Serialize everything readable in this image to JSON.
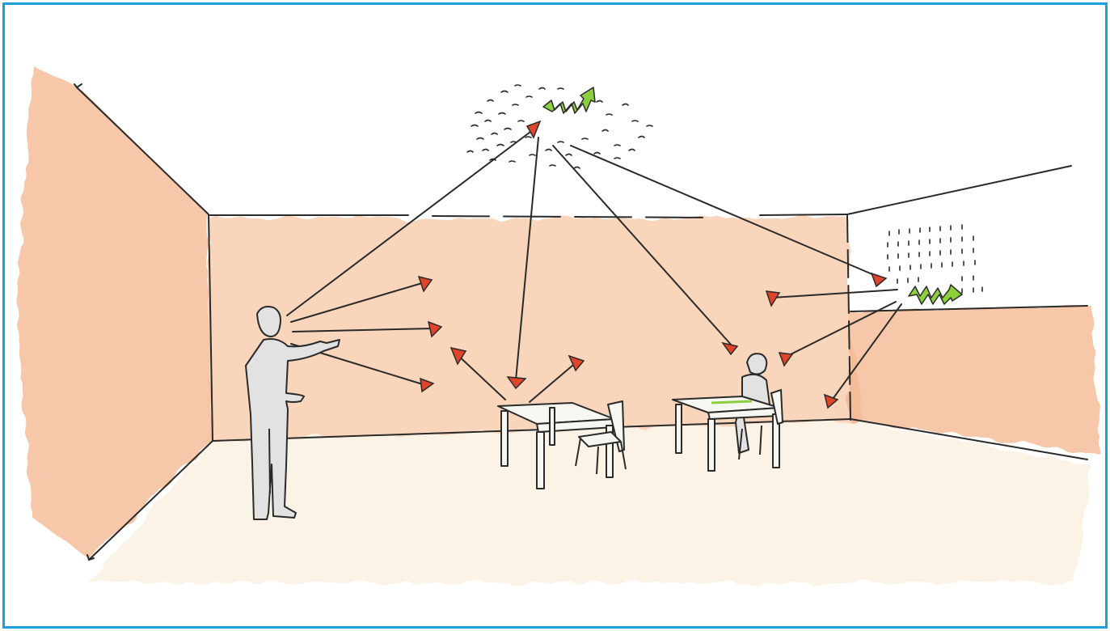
{
  "illustration": {
    "frame_color": "#1aa0e0",
    "wall_wash_color": "#f3b48c",
    "floor_color": "#fbf2e2",
    "ink_color": "#2a2a2a",
    "reflection_marker_color": "#e0452c",
    "absorber_color": "#8ccf3c",
    "figures": [
      "standing-speaker",
      "seated-listener"
    ],
    "furniture": [
      "table",
      "chair",
      "desk",
      "chair"
    ],
    "icons": [
      "ceiling-absorber-icon",
      "wall-absorber-icon"
    ]
  }
}
